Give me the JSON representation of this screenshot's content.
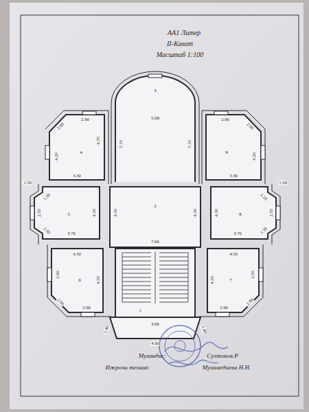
{
  "diagram": {
    "labels": [
      "АА1 Литер",
      "II-Кават",
      "Масштаб 1:100",
      "3",
      "5.00",
      "5.10",
      "5.10",
      "2.90",
      "2.00",
      "4.70",
      "4.20",
      "4",
      "3.30",
      "2.90",
      "2.00",
      "4.20",
      "9",
      "3.30",
      "1.50",
      "1.20",
      "2.50",
      "1.50",
      "5",
      "4.30",
      "4.30",
      "3.70",
      "1.50",
      "1.20",
      "2.50",
      "1.50",
      "8",
      "4.30",
      "4.30",
      "3.70",
      "2",
      "7.60",
      "4.50",
      "2.90",
      "6",
      "4.50",
      "2.90",
      "2.90",
      "4.50",
      "2.90",
      "7",
      "4.50",
      "2.90",
      "2.90",
      "1",
      "3.60",
      "4.00",
      "1.40",
      "1.40",
      "Мухандис:",
      "Султонов.Р",
      "Ижрочи техник:",
      "Мухамедиева Н.Н."
    ]
  }
}
